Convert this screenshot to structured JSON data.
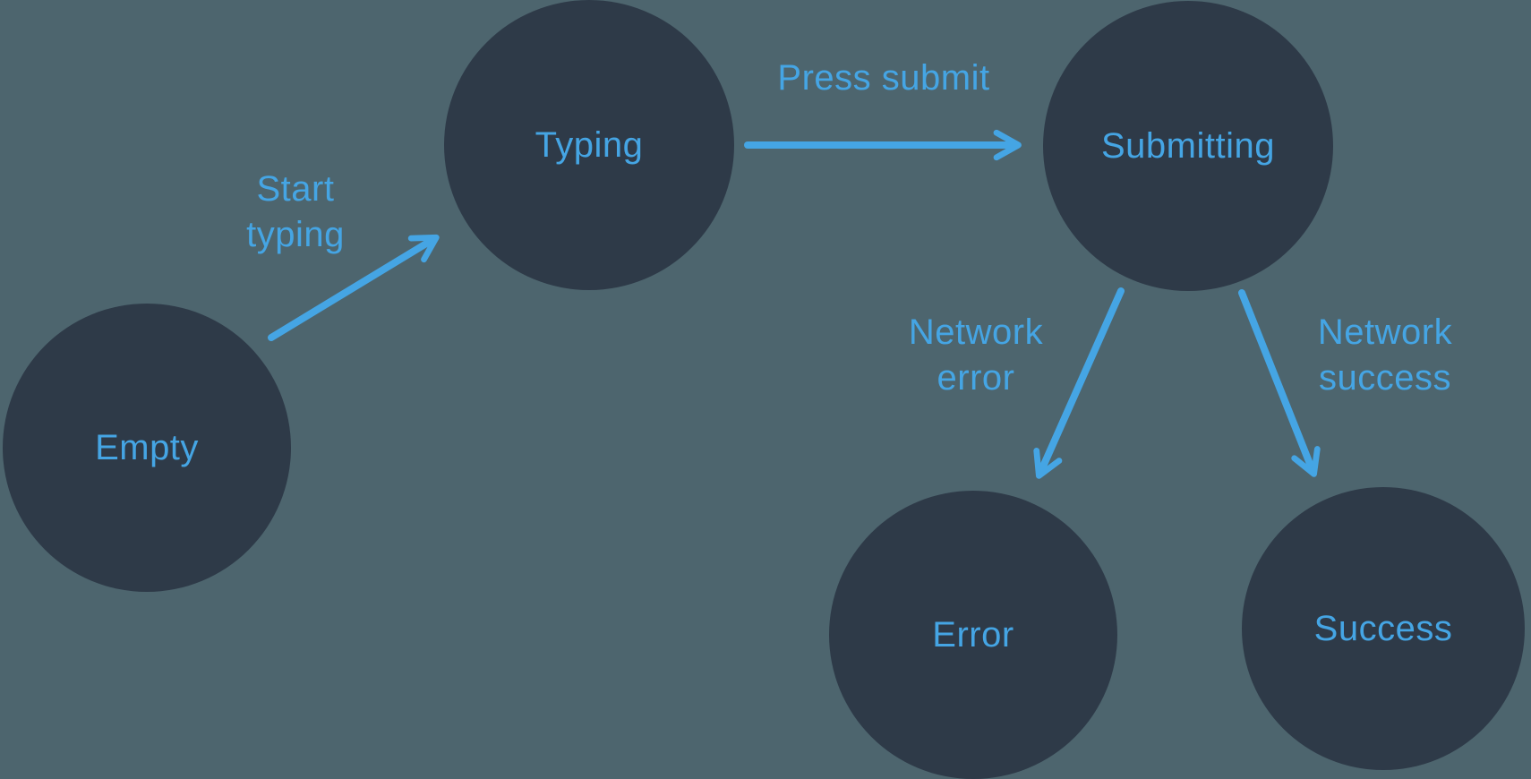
{
  "diagram": {
    "type": "state-machine",
    "states": [
      {
        "id": "empty",
        "label": "Empty"
      },
      {
        "id": "typing",
        "label": "Typing"
      },
      {
        "id": "submitting",
        "label": "Submitting"
      },
      {
        "id": "error",
        "label": "Error"
      },
      {
        "id": "success",
        "label": "Success"
      }
    ],
    "transitions": [
      {
        "from": "empty",
        "to": "typing",
        "label": "Start typing"
      },
      {
        "from": "typing",
        "to": "submitting",
        "label": "Press submit"
      },
      {
        "from": "submitting",
        "to": "error",
        "label": "Network error"
      },
      {
        "from": "submitting",
        "to": "success",
        "label": "Network success"
      }
    ],
    "colors": {
      "background": "#4D656E",
      "node_fill": "#2E3A48",
      "accent": "#45A5E4"
    }
  }
}
